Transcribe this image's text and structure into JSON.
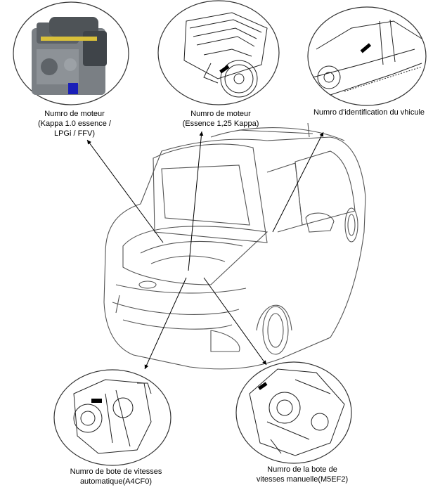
{
  "labels": {
    "engine_kappa10": [
      "Numro de moteur",
      "(Kappa 1.0 essence /",
      "LPGi / FFV)"
    ],
    "engine_kappa125": [
      "Numro de moteur",
      "(Essence 1,25 Kappa)"
    ],
    "vin": [
      "Numro d'identification du vhicule"
    ],
    "auto_transmission": [
      "Numro de bote de vitesses",
      "automatique(A4CF0)"
    ],
    "manual_transmission": [
      "Numro de la bote de",
      "vitesses manuelle(M5EF2)"
    ]
  },
  "colors": {
    "line": "#333333",
    "marker": "#000000",
    "engine_body": "#6f7478",
    "engine_highlight": "#1a1fb8"
  }
}
